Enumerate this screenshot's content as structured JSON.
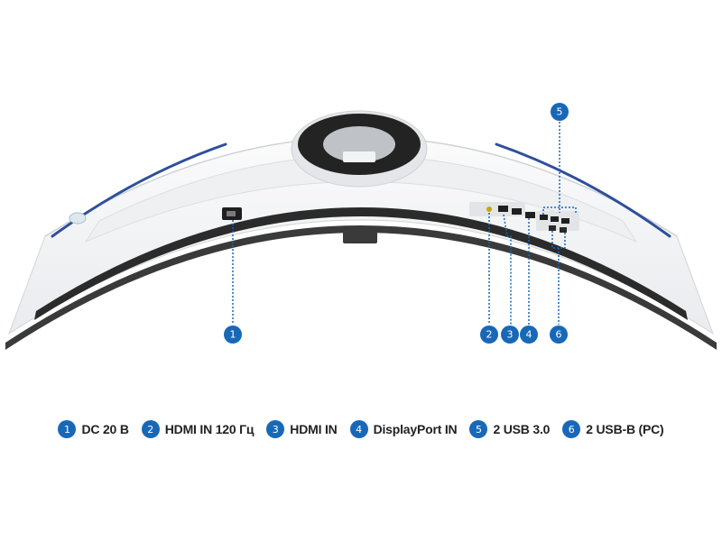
{
  "diagram": {
    "callouts": [
      {
        "number": "1",
        "label": "DC 20 В"
      },
      {
        "number": "2",
        "label": "HDMI IN 120 Гц"
      },
      {
        "number": "3",
        "label": "HDMI IN"
      },
      {
        "number": "4",
        "label": "DisplayPort IN"
      },
      {
        "number": "5",
        "label": "2 USB 3.0"
      },
      {
        "number": "6",
        "label": "2 USB-B (PC)"
      }
    ]
  },
  "colors": {
    "badge": "#1868b8",
    "leader": "#1868b8",
    "body": "#f4f5f7",
    "vent": "#2b2b2b",
    "accent": "#2f4f9c"
  }
}
